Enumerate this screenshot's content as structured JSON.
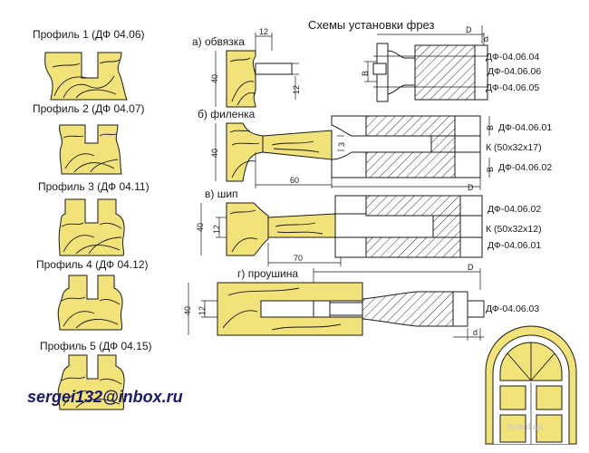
{
  "title": "Схемы установки фрез",
  "profiles": [
    {
      "label": "Профиль 1  (ДФ 04.06)"
    },
    {
      "label": "Профиль 2  (ДФ 04.07)"
    },
    {
      "label": "Профиль 3  (ДФ 04.11)"
    },
    {
      "label": "Профиль 4  (ДФ 04.12)"
    },
    {
      "label": "Профиль 5  (ДФ 04.15)"
    }
  ],
  "schemes": {
    "a": {
      "label": "а) обвязка",
      "cutters": [
        "ДФ-04.06.04",
        "ДФ-04.06.06",
        "ДФ-04.06.05"
      ],
      "dims": {
        "width": "12",
        "height": "40",
        "groove": "12",
        "B": "В",
        "D": "D",
        "d": "d"
      }
    },
    "b": {
      "label": "б) филенка",
      "cutters": [
        "ДФ-04.06.01",
        "К (50х32х17)",
        "ДФ-04.06.02"
      ],
      "dims": {
        "height": "40",
        "gap": "3",
        "length": "60",
        "B1": "В",
        "B2": "В",
        "D": "D"
      }
    },
    "c": {
      "label": "в) шип",
      "cutters": [
        "ДФ-04.06.02",
        "К (50х32х12)",
        "ДФ-04.06.01"
      ],
      "dims": {
        "height": "40",
        "tenon": "12",
        "length": "70"
      }
    },
    "d": {
      "label": "г) проушина",
      "cutters": [
        "ДФ-04.06.03"
      ],
      "dims": {
        "height": "40",
        "slot": "12",
        "D": "D",
        "d": "d"
      }
    }
  },
  "contact": "sergei132@inbox.ru",
  "watermark": "board.ua"
}
